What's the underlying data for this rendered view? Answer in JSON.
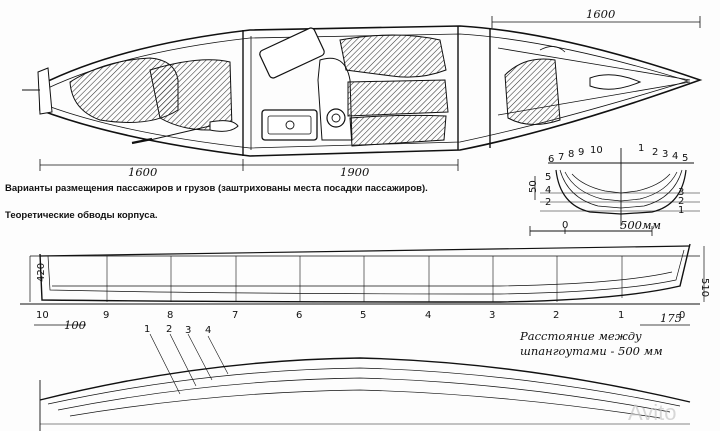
{
  "plan": {
    "dim_top": "1600",
    "dim_left": "1600",
    "dim_mid": "1900",
    "caption": "Варианты размещения пассажиров и грузов (заштрихованы места посадки пассажиров)."
  },
  "section": {
    "left_nums": [
      "6",
      "7",
      "8",
      "9",
      "10"
    ],
    "right_nums": [
      "1",
      "2",
      "3",
      "4",
      "5"
    ],
    "heights_left": [
      "5",
      "4",
      "2"
    ],
    "right_level_nums": [
      "3",
      "2",
      "1"
    ],
    "dim_50": "50",
    "scale_zero": "0",
    "scale_500": "500мм"
  },
  "lines_caption": "Теоретические обводы корпуса.",
  "profile": {
    "dim_420": "420",
    "dim_510": "510",
    "stations": [
      "10",
      "9",
      "8",
      "7",
      "6",
      "5",
      "4",
      "3",
      "2",
      "1",
      "0"
    ],
    "dim_100": "100",
    "dim_175": "175",
    "note_line1": "Расстояние между",
    "note_line2": "шпангоутами - 500 мм"
  },
  "plan_lines": {
    "labels": [
      "1",
      "2",
      "3",
      "4"
    ]
  },
  "watermark": "Avito",
  "colors": {
    "ink": "#111111",
    "paper": "#fdfdfd",
    "hatch": "#333333",
    "watermark": "#c8c8c8"
  }
}
